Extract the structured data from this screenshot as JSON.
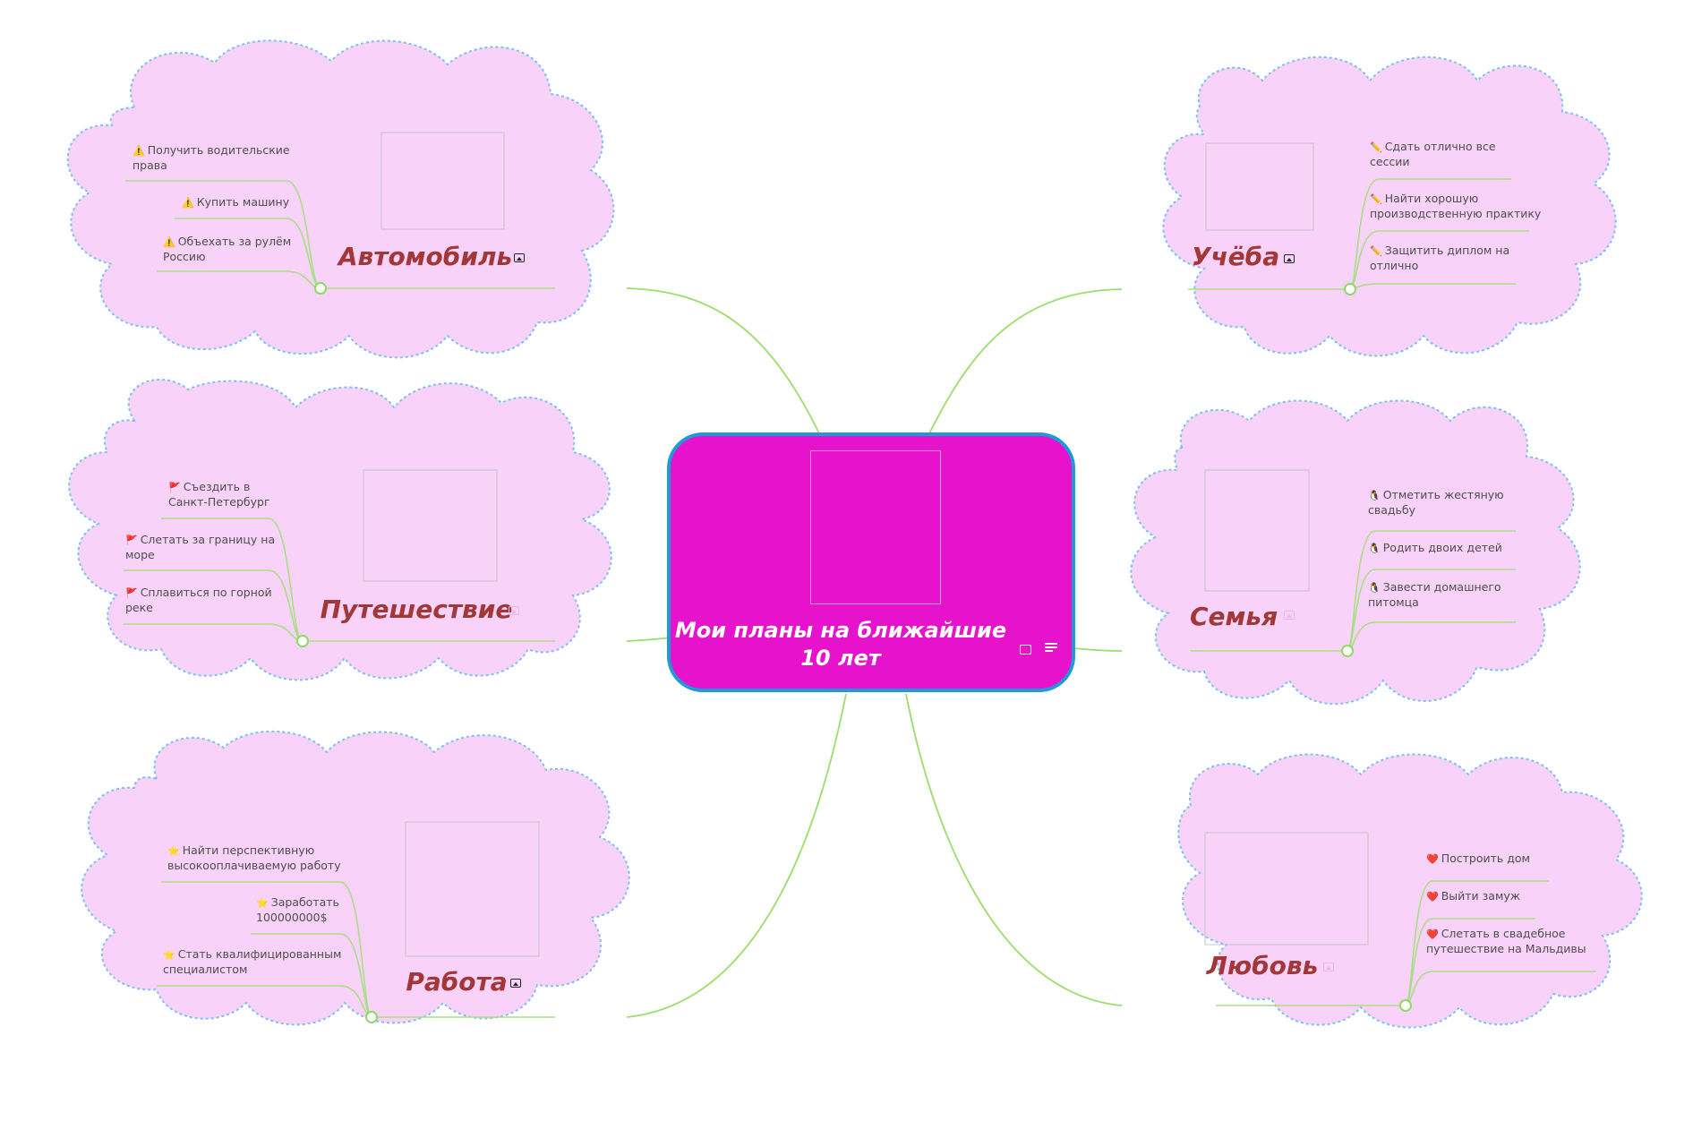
{
  "central": {
    "title": "Мои планы на ближайшие 10 лет",
    "background": "#e612cc",
    "border": "#1f9ad8"
  },
  "colors": {
    "cloud_fill": "#f8d2f8",
    "cloud_border": "#7ec0ee",
    "connector": "#9cdd6c",
    "title": "#a33636",
    "item_text": "#4e4e4e"
  },
  "branches": [
    {
      "title": "Автомобиль",
      "icon": "warning-icon",
      "glyph": "⚠️",
      "items": [
        "Получить водительские права",
        "Купить машину",
        "Объехать за рулём Россию"
      ]
    },
    {
      "title": "Путешествие",
      "icon": "flag-icon",
      "glyph": "🚩",
      "items": [
        "Съездить в Санкт-Петербург",
        "Слетать за границу на море",
        "Сплавиться по горной реке"
      ]
    },
    {
      "title": "Работа",
      "icon": "star-icon",
      "glyph": "⭐",
      "items": [
        "Найти перспективную высокооплачиваемую работу",
        "Заработать 100000000$",
        "Стать квалифицированным специалистом"
      ]
    },
    {
      "title": "Учёба",
      "icon": "pencil-icon",
      "glyph": "✏️",
      "items": [
        "Сдать отлично  все сессии",
        "Найти хорошую производственную практику",
        "Защитить диплом на отлично"
      ]
    },
    {
      "title": "Семья",
      "icon": "penguin-icon",
      "glyph": "🐧",
      "items": [
        "Отметить жестяную свадьбу",
        "Родить двоих детей",
        "Завести домашнего питомца"
      ]
    },
    {
      "title": "Любовь",
      "icon": "heart-icon",
      "glyph": "❤️",
      "items": [
        "Построить дом",
        "Выйти замуж",
        "Слетать в свадебное путешествие  на Мальдивы"
      ]
    }
  ]
}
